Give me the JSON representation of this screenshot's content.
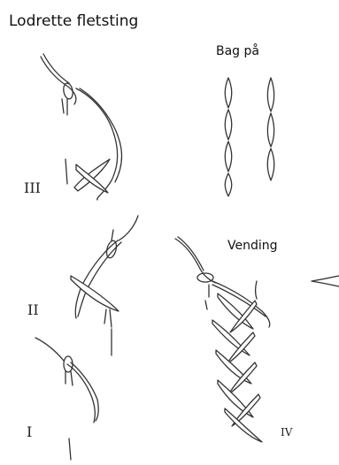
{
  "title": "Lodrette fletsting",
  "labels": {
    "back": "Bag på",
    "turning": "Vending"
  },
  "step_numerals": {
    "iii": "III",
    "ii": "II",
    "i": "I",
    "iv": "IV"
  }
}
